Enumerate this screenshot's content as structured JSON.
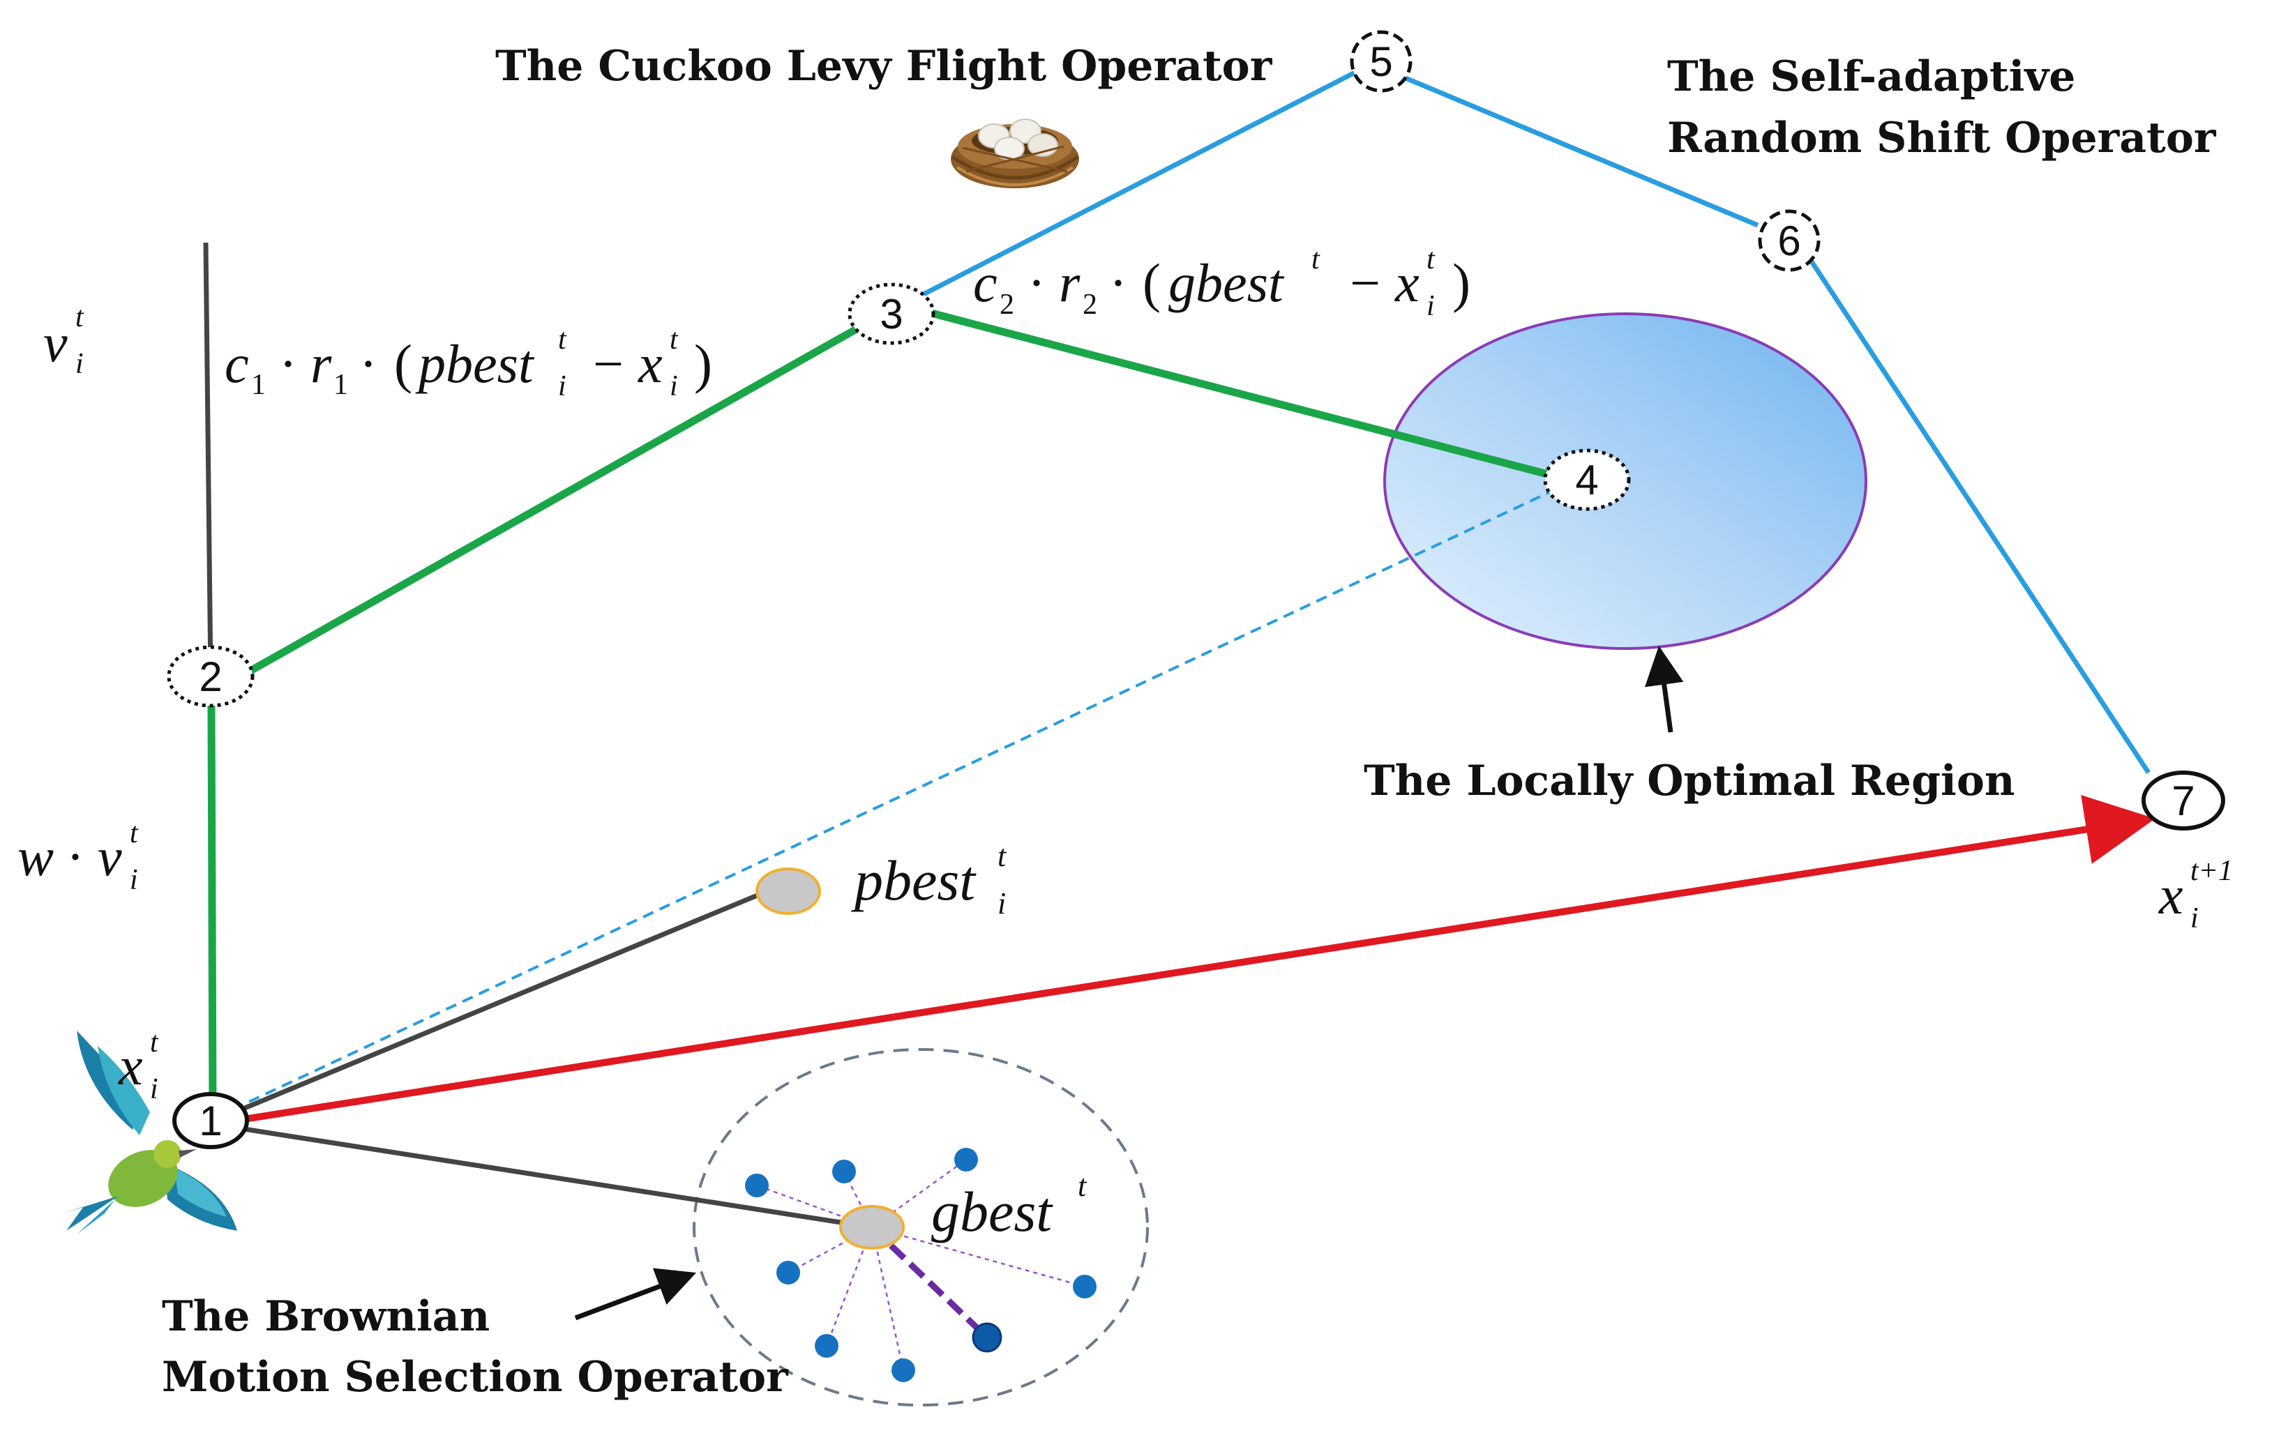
{
  "labels": {
    "cuckoo_operator": "The Cuckoo Levy Flight Operator",
    "self_adaptive_line1": "The Self-adaptive",
    "self_adaptive_line2": "Random Shift Operator",
    "locally_optimal": "The Locally Optimal Region",
    "brownian_line1": "The Brownian",
    "brownian_line2": "Motion Selection Operator"
  },
  "math": {
    "v_base": "v",
    "v_sub": "i",
    "v_sup": "t",
    "c1_term": "c",
    "c1_sub": "1",
    "dot": "·",
    "r1_term": "r",
    "r1_sub": "1",
    "open_paren": "(",
    "close_paren": ")",
    "pbest_word": "pbest",
    "minus": "−",
    "x_base": "x",
    "c2_term": "c",
    "c2_sub": "2",
    "r2_term": "r",
    "r2_sub": "2",
    "gbest_word": "gbest",
    "w_term": "w",
    "sup_t": "t",
    "sub_i": "i",
    "sup_t1": "t+1"
  },
  "nodes": [
    {
      "id": "1",
      "label": "1"
    },
    {
      "id": "2",
      "label": "2"
    },
    {
      "id": "3",
      "label": "3"
    },
    {
      "id": "4",
      "label": "4"
    },
    {
      "id": "5",
      "label": "5"
    },
    {
      "id": "6",
      "label": "6"
    },
    {
      "id": "7",
      "label": "7"
    }
  ],
  "colors": {
    "green": "#1aa648",
    "blue": "#2a9de0",
    "red": "#e01820",
    "gray": "#444444",
    "purple": "#8a2fb0",
    "region_fill": "#a8d0f5",
    "region_stroke": "#8a3cb4",
    "dot_blue": "#1672c0",
    "best_fill": "#c8c8c8",
    "best_stroke": "#f0b030"
  },
  "icons": {
    "nest": "bird-nest-icon",
    "bird": "bird-icon"
  }
}
